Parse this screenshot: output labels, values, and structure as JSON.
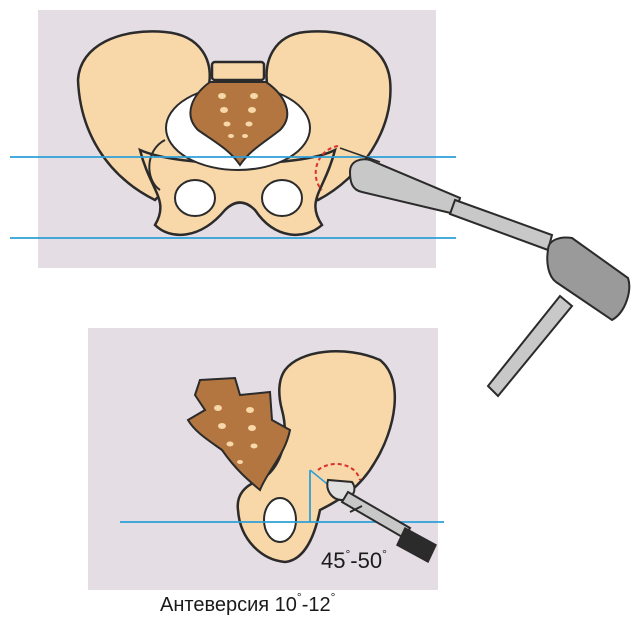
{
  "labels": {
    "angle_a": "45",
    "angle_b": "50",
    "angle_degree": "°",
    "antev_word": "Антеверсия ",
    "antev_a": "10",
    "antev_b": "12",
    "antev_degree": "°",
    "dash": "-"
  },
  "colors": {
    "body_background": "#e4dde3",
    "bone": "#f8d7a8",
    "bone_outline": "#2b2b2b",
    "sacrum": "#b37640",
    "foramen": "#f8d7a8",
    "reference_line": "#2e9fd8",
    "marker_red": "#d9322b",
    "instrument_metal": "#c8c8c8",
    "instrument_dark": "#5a5a5a"
  }
}
